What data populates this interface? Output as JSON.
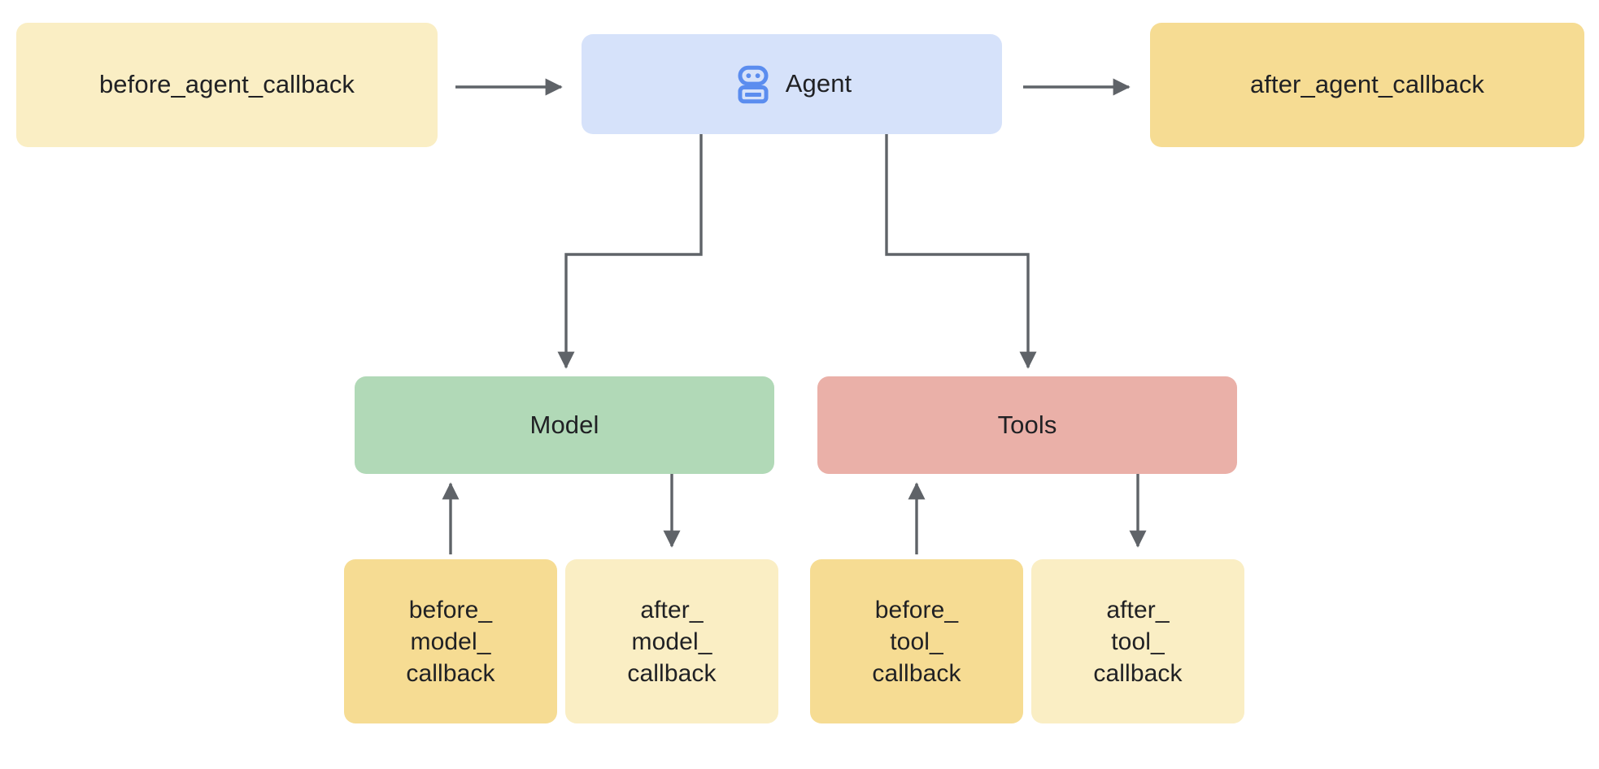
{
  "diagram": {
    "title": "Agent callback lifecycle",
    "background": "#ffffff",
    "edge_color": "#5f6368",
    "text_color": "#202124"
  },
  "palette": {
    "cream": "#faeec4",
    "gold": "#f6dc93",
    "blue": "#d6e2fa",
    "green": "#b1d9b7",
    "salmon": "#eab0a8",
    "icon_blue": "#5b8def",
    "arrow_gray": "#5f6368"
  },
  "nodes": {
    "before_agent_callback": {
      "label": "before_agent_callback"
    },
    "agent": {
      "label": "Agent",
      "icon": "robot-icon"
    },
    "after_agent_callback": {
      "label": "after_agent_callback"
    },
    "model": {
      "label": "Model"
    },
    "tools": {
      "label": "Tools"
    },
    "before_model_callback": {
      "label": "before_\nmodel_\ncallback"
    },
    "after_model_callback": {
      "label": "after_\nmodel_\ncallback"
    },
    "before_tool_callback": {
      "label": "before_\ntool_\ncallback"
    },
    "after_tool_callback": {
      "label": "after_\ntool_\ncallback"
    }
  },
  "edges": [
    {
      "id": "e1",
      "from": "before_agent_callback",
      "to": "agent",
      "style": "straight-right"
    },
    {
      "id": "e2",
      "from": "agent",
      "to": "after_agent_callback",
      "style": "straight-right"
    },
    {
      "id": "e3",
      "from": "agent",
      "to": "model",
      "style": "elbow-down-left"
    },
    {
      "id": "e4",
      "from": "agent",
      "to": "tools",
      "style": "elbow-down-right"
    },
    {
      "id": "e5",
      "from": "before_model_callback",
      "to": "model",
      "style": "straight-up"
    },
    {
      "id": "e6",
      "from": "model",
      "to": "after_model_callback",
      "style": "straight-down"
    },
    {
      "id": "e7",
      "from": "before_tool_callback",
      "to": "tools",
      "style": "straight-up"
    },
    {
      "id": "e8",
      "from": "tools",
      "to": "after_tool_callback",
      "style": "straight-down"
    }
  ]
}
